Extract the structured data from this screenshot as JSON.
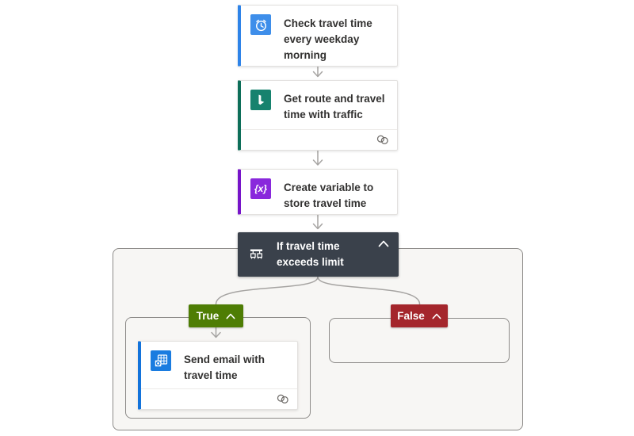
{
  "cards": {
    "trigger": {
      "title": "Check travel time every weekday morning",
      "icon": "recurrence-clock-icon",
      "accent_color": "#2E83E8",
      "icon_bg": "#3E8EEA"
    },
    "get_route": {
      "title": "Get route and travel time with traffic",
      "icon": "bing-maps-icon",
      "accent_color": "#0D6E59",
      "icon_bg": "#17826E"
    },
    "create_variable": {
      "title": "Create variable to store travel time",
      "icon": "variable-icon",
      "icon_glyph": "{x}",
      "accent_color": "#7714C9",
      "icon_bg": "#8928DC"
    },
    "send_email": {
      "title": "Send email with travel time",
      "icon": "outlook-icon",
      "accent_color": "#1373DB",
      "icon_bg": "#1A7CE0"
    }
  },
  "condition": {
    "title": "If travel time exceeds limit",
    "bg_color": "#3A414B",
    "icon": "condition-branch-icon",
    "state": "expanded"
  },
  "branches": {
    "true": {
      "label": "True",
      "bg_color": "#4E7D04"
    },
    "false": {
      "label": "False",
      "bg_color": "#A4262C"
    }
  },
  "connectors": {
    "color": "#A6A4A2"
  },
  "containers": {
    "border_color": "#8D8B89",
    "bg_color": "#F7F6F4"
  },
  "indicators": {
    "connection_icon_color": "#6E6B68"
  }
}
